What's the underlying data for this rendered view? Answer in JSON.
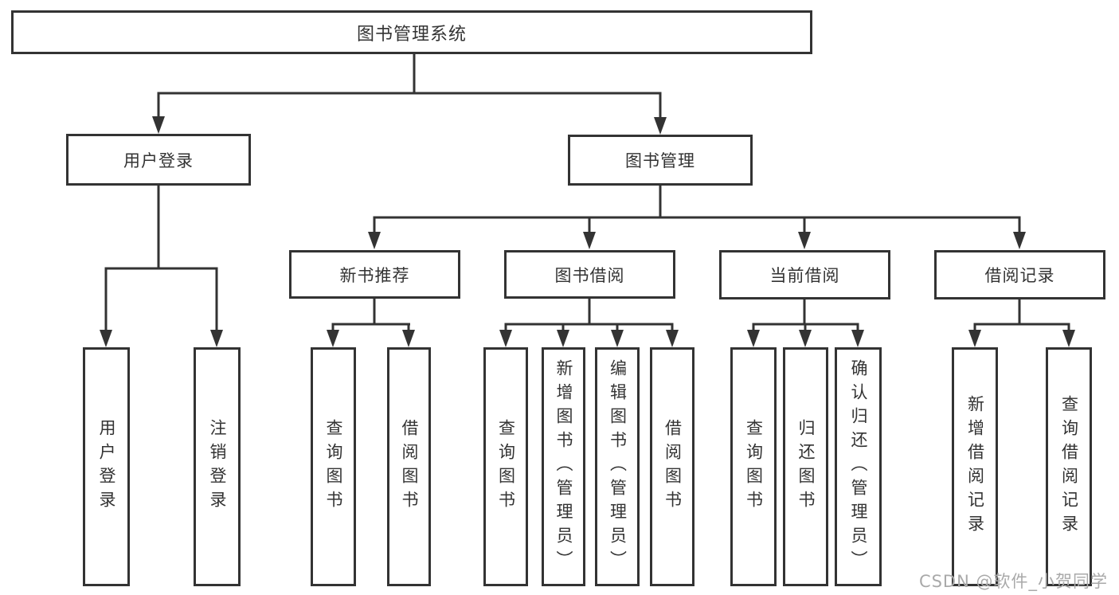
{
  "diagram": {
    "type": "hierarchy-tree",
    "colors": {
      "line": "#333333",
      "box_border": "#333333",
      "text": "#333333",
      "background": "#ffffff",
      "watermark_text": "#a9a9a9"
    },
    "watermark": "CSDN @软件_小贺同学",
    "nodes": {
      "root": {
        "label": "图书管理系统"
      },
      "user_login_group": {
        "label": "用户登录"
      },
      "book_mgmt": {
        "label": "图书管理"
      },
      "new_book_rec": {
        "label": "新书推荐"
      },
      "book_borrow": {
        "label": "图书借阅"
      },
      "current_borrow": {
        "label": "当前借阅"
      },
      "borrow_record": {
        "label": "借阅记录"
      },
      "user_login": {
        "label": "用户登录"
      },
      "logout": {
        "label": "注销登录"
      },
      "rec_query_book": {
        "label": "查询图书"
      },
      "rec_borrow_book": {
        "label": "借阅图书"
      },
      "bb_query_book": {
        "label": "查询图书"
      },
      "bb_add_book": {
        "label": "新增图书（管理员）"
      },
      "bb_edit_book": {
        "label": "编辑图书（管理员）"
      },
      "bb_borrow_book": {
        "label": "借阅图书"
      },
      "cb_query_book": {
        "label": "查询图书"
      },
      "cb_return_book": {
        "label": "归还图书"
      },
      "cb_confirm_return": {
        "label": "确认归还（管理员）"
      },
      "br_add_record": {
        "label": "新增借阅记录"
      },
      "br_query_record": {
        "label": "查询借阅记录"
      }
    },
    "edges": [
      [
        "root",
        "user_login_group"
      ],
      [
        "root",
        "book_mgmt"
      ],
      [
        "user_login_group",
        "user_login"
      ],
      [
        "user_login_group",
        "logout"
      ],
      [
        "book_mgmt",
        "new_book_rec"
      ],
      [
        "book_mgmt",
        "book_borrow"
      ],
      [
        "book_mgmt",
        "current_borrow"
      ],
      [
        "book_mgmt",
        "borrow_record"
      ],
      [
        "new_book_rec",
        "rec_query_book"
      ],
      [
        "new_book_rec",
        "rec_borrow_book"
      ],
      [
        "book_borrow",
        "bb_query_book"
      ],
      [
        "book_borrow",
        "bb_add_book"
      ],
      [
        "book_borrow",
        "bb_edit_book"
      ],
      [
        "book_borrow",
        "bb_borrow_book"
      ],
      [
        "current_borrow",
        "cb_query_book"
      ],
      [
        "current_borrow",
        "cb_return_book"
      ],
      [
        "current_borrow",
        "cb_confirm_return"
      ],
      [
        "borrow_record",
        "br_add_record"
      ],
      [
        "borrow_record",
        "br_query_record"
      ]
    ]
  }
}
